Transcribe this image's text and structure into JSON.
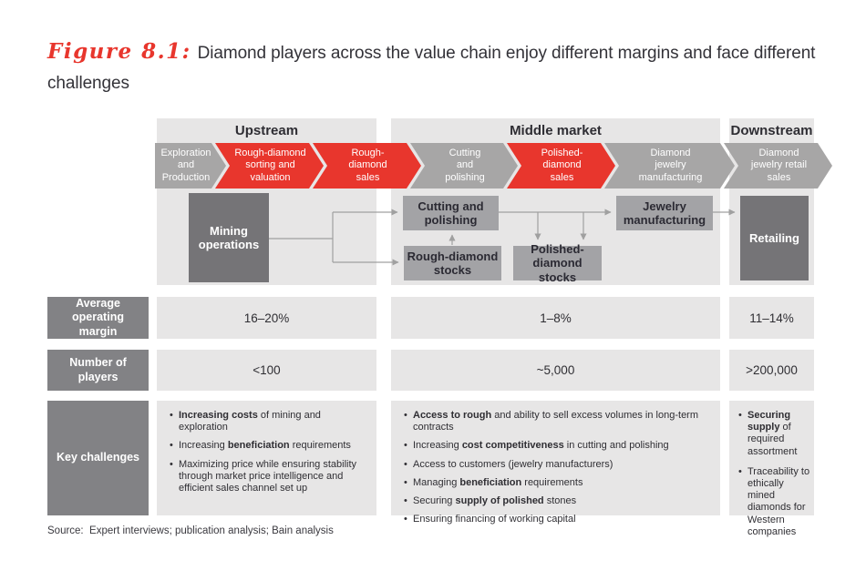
{
  "colors": {
    "red": "#e8362d",
    "band": "#e7e6e6",
    "chevron_gray": "#a7a6a6",
    "box_gray": "#a3a3a6",
    "dark_box": "#757477",
    "label_box": "#828285",
    "line": "#a0a0a0",
    "text_dark": "#2f2e33"
  },
  "title": {
    "figure_label": "Figure 8.1:",
    "text": "Diamond players across the value chain enjoy different margins and face different challenges"
  },
  "sections": [
    {
      "id": "upstream",
      "label": "Upstream"
    },
    {
      "id": "middle-market",
      "label": "Middle market"
    },
    {
      "id": "downstream",
      "label": "Downstream"
    }
  ],
  "value_chain": {
    "steps": [
      {
        "id": "exploration-and-production",
        "color": "gray",
        "lines": [
          "Exploration",
          "and",
          "Production"
        ]
      },
      {
        "id": "rough-diamond-sorting-and-valuation",
        "color": "red",
        "lines": [
          "Rough-diamond",
          "sorting and",
          "valuation"
        ]
      },
      {
        "id": "rough-diamond-sales",
        "color": "red",
        "lines": [
          "Rough-",
          "diamond",
          "sales"
        ]
      },
      {
        "id": "cutting-and-polishing",
        "color": "gray",
        "lines": [
          "Cutting",
          "and",
          "polishing"
        ]
      },
      {
        "id": "polished-diamond-sales",
        "color": "red",
        "lines": [
          "Polished-",
          "diamond",
          "sales"
        ]
      },
      {
        "id": "diamond-jewelry-manufacturing",
        "color": "gray",
        "lines": [
          "Diamond",
          "jewelry",
          "manufacturing"
        ]
      },
      {
        "id": "diamond-jewelry-retail-sales",
        "color": "gray",
        "lines": [
          "Diamond",
          "jewelry retail",
          "sales"
        ]
      }
    ],
    "boxes": [
      {
        "id": "mining-operations",
        "tone": "dark",
        "lines": [
          "Mining",
          "operations"
        ]
      },
      {
        "id": "cutting-polishing",
        "tone": "mid",
        "lines": [
          "Cutting and",
          "polishing"
        ]
      },
      {
        "id": "rough-diamond-stocks",
        "tone": "mid",
        "lines": [
          "Rough-diamond",
          "stocks"
        ]
      },
      {
        "id": "polished-diamond-stocks",
        "tone": "mid",
        "lines": [
          "Polished-",
          "diamond stocks"
        ]
      },
      {
        "id": "jewelry-manufacturing",
        "tone": "mid",
        "lines": [
          "Jewelry",
          "manufacturing"
        ]
      },
      {
        "id": "retailing",
        "tone": "dark",
        "lines": [
          "Retailing"
        ]
      }
    ]
  },
  "rows": {
    "margin": {
      "label": "Average operating margin",
      "values": [
        "16–20%",
        "1–8%",
        "11–14%"
      ]
    },
    "players": {
      "label": "Number of players",
      "values": [
        "<100",
        "~5,000",
        ">200,000"
      ]
    },
    "challenges": {
      "label": "Key challenges",
      "columns": [
        {
          "id": "upstream",
          "items": [
            "**Increasing costs** of mining and exploration",
            "Increasing **beneficiation** requirements",
            "Maximizing price while ensuring stability through market price intelligence and efficient sales channel set up"
          ]
        },
        {
          "id": "middle",
          "items": [
            "**Access to rough** and ability to sell excess volumes in long-term contracts",
            "Increasing **cost competitiveness** in cutting and polishing",
            "Access to customers (jewelry manufacturers)",
            "Managing **beneficiation** requirements",
            "Securing **supply of polished** stones",
            "Ensuring financing of working capital"
          ]
        },
        {
          "id": "downstream",
          "items": [
            "**Securing supply** of required assortment",
            "Traceability to ethically mined diamonds for Western companies"
          ]
        }
      ]
    }
  },
  "source": "Source:  Expert interviews; publication analysis; Bain analysis"
}
